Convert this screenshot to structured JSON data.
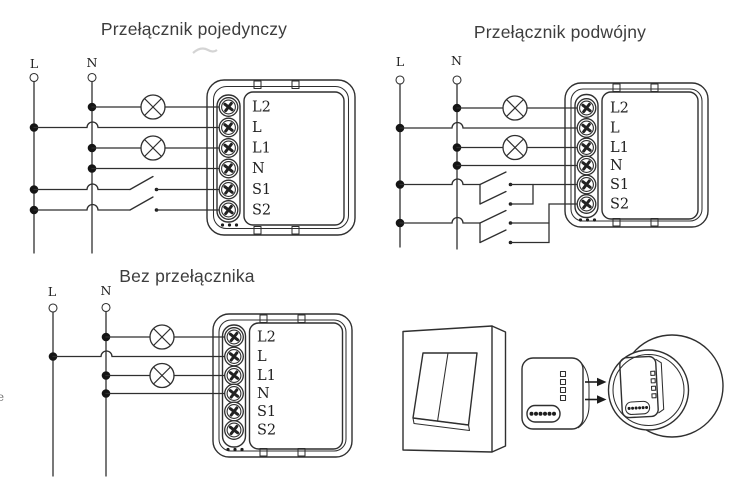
{
  "colors": {
    "background": "#ffffff",
    "line": "#2f2f2f",
    "title_text": "#3d3d3d",
    "label_text": "#1f1f1f",
    "junction_dot": "#151515"
  },
  "module": {
    "terminals": [
      "L2",
      "L",
      "L1",
      "N",
      "S1",
      "S2"
    ]
  },
  "wire_labels": {
    "live": "L",
    "neutral": "N"
  },
  "diagrams": {
    "single_switch": {
      "title": "Przełącznik pojedynczy"
    },
    "double_switch": {
      "title": "Przełącznik podwójny"
    },
    "no_switch": {
      "title": "Bez przełącznika"
    }
  },
  "artifacts": {
    "stray_letter": "e"
  }
}
